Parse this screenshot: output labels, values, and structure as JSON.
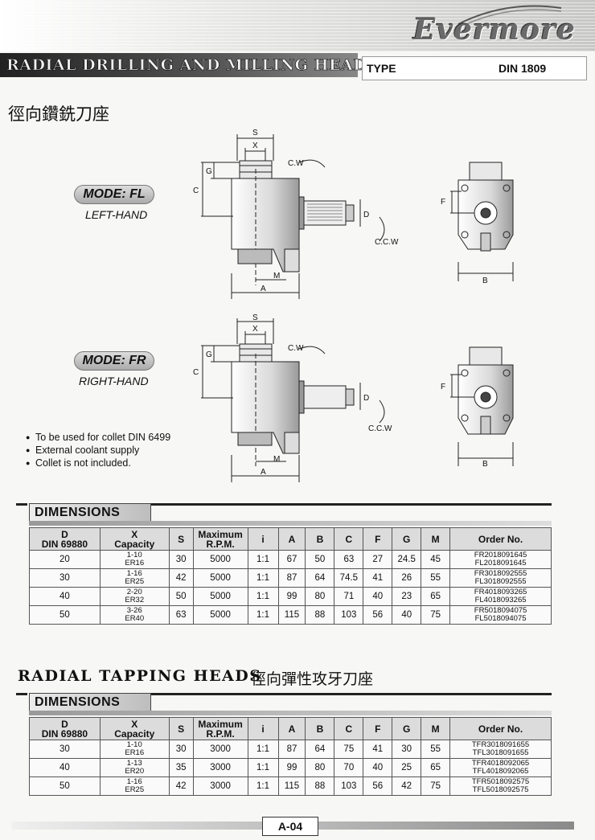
{
  "brand": "Evermore",
  "header": {
    "title": "RADIAL DRILLING AND MILLING HEADS",
    "type_label": "TYPE",
    "type_value": "DIN 1809"
  },
  "cn_title": "徑向鑽銑刀座",
  "modes": [
    {
      "label": "MODE: FL",
      "sub": "LEFT-HAND"
    },
    {
      "label": "MODE: FR",
      "sub": "RIGHT-HAND"
    }
  ],
  "drawing_labels": {
    "S": "S",
    "X": "X",
    "G": "G",
    "C": "C",
    "CW": "C.W",
    "CCW": "C.C.W",
    "D": "D",
    "M": "M",
    "A": "A",
    "F": "F",
    "B": "B"
  },
  "notes": [
    "To be used for collet DIN 6499",
    "External coolant supply",
    "Collet is not included."
  ],
  "section1": {
    "label": "DIMENSIONS"
  },
  "table_headers": {
    "d1": "D",
    "d2": "DIN 69880",
    "x1": "X",
    "x2": "Capacity",
    "s": "S",
    "rpm1": "Maximum",
    "rpm2": "R.P.M.",
    "i": "i",
    "a": "A",
    "b": "B",
    "c": "C",
    "f": "F",
    "g": "G",
    "m": "M",
    "order": "Order No."
  },
  "drill_rows": [
    {
      "d": "20",
      "x1": "1-10",
      "x2": "ER16",
      "s": "30",
      "rpm": "5000",
      "i": "1:1",
      "a": "67",
      "b": "50",
      "c": "63",
      "f": "27",
      "g": "24.5",
      "m": "45",
      "o1": "FR2018091645",
      "o2": "FL2018091645"
    },
    {
      "d": "30",
      "x1": "1-16",
      "x2": "ER25",
      "s": "42",
      "rpm": "5000",
      "i": "1:1",
      "a": "87",
      "b": "64",
      "c": "74.5",
      "f": "41",
      "g": "26",
      "m": "55",
      "o1": "FR3018092555",
      "o2": "FL3018092555"
    },
    {
      "d": "40",
      "x1": "2-20",
      "x2": "ER32",
      "s": "50",
      "rpm": "5000",
      "i": "1:1",
      "a": "99",
      "b": "80",
      "c": "71",
      "f": "40",
      "g": "23",
      "m": "65",
      "o1": "FR4018093265",
      "o2": "FL4018093265"
    },
    {
      "d": "50",
      "x1": "3-26",
      "x2": "ER40",
      "s": "63",
      "rpm": "5000",
      "i": "1:1",
      "a": "115",
      "b": "88",
      "c": "103",
      "f": "56",
      "g": "40",
      "m": "75",
      "o1": "FR5018094075",
      "o2": "FL5018094075"
    }
  ],
  "tapping": {
    "title": "RADIAL TAPPING HEADS",
    "cn": "徑向彈性攻牙刀座"
  },
  "section2": {
    "label": "DIMENSIONS"
  },
  "tap_rows": [
    {
      "d": "30",
      "x1": "1-10",
      "x2": "ER16",
      "s": "30",
      "rpm": "3000",
      "i": "1:1",
      "a": "87",
      "b": "64",
      "c": "75",
      "f": "41",
      "g": "30",
      "m": "55",
      "o1": "TFR3018091655",
      "o2": "TFL3018091655"
    },
    {
      "d": "40",
      "x1": "1-13",
      "x2": "ER20",
      "s": "35",
      "rpm": "3000",
      "i": "1:1",
      "a": "99",
      "b": "80",
      "c": "70",
      "f": "40",
      "g": "25",
      "m": "65",
      "o1": "TFR4018092065",
      "o2": "TFL4018092065"
    },
    {
      "d": "50",
      "x1": "1-16",
      "x2": "ER25",
      "s": "42",
      "rpm": "3000",
      "i": "1:1",
      "a": "115",
      "b": "88",
      "c": "103",
      "f": "56",
      "g": "42",
      "m": "75",
      "o1": "TFR5018092575",
      "o2": "TFL5018092575"
    }
  ],
  "footer": {
    "page": "A-04"
  }
}
